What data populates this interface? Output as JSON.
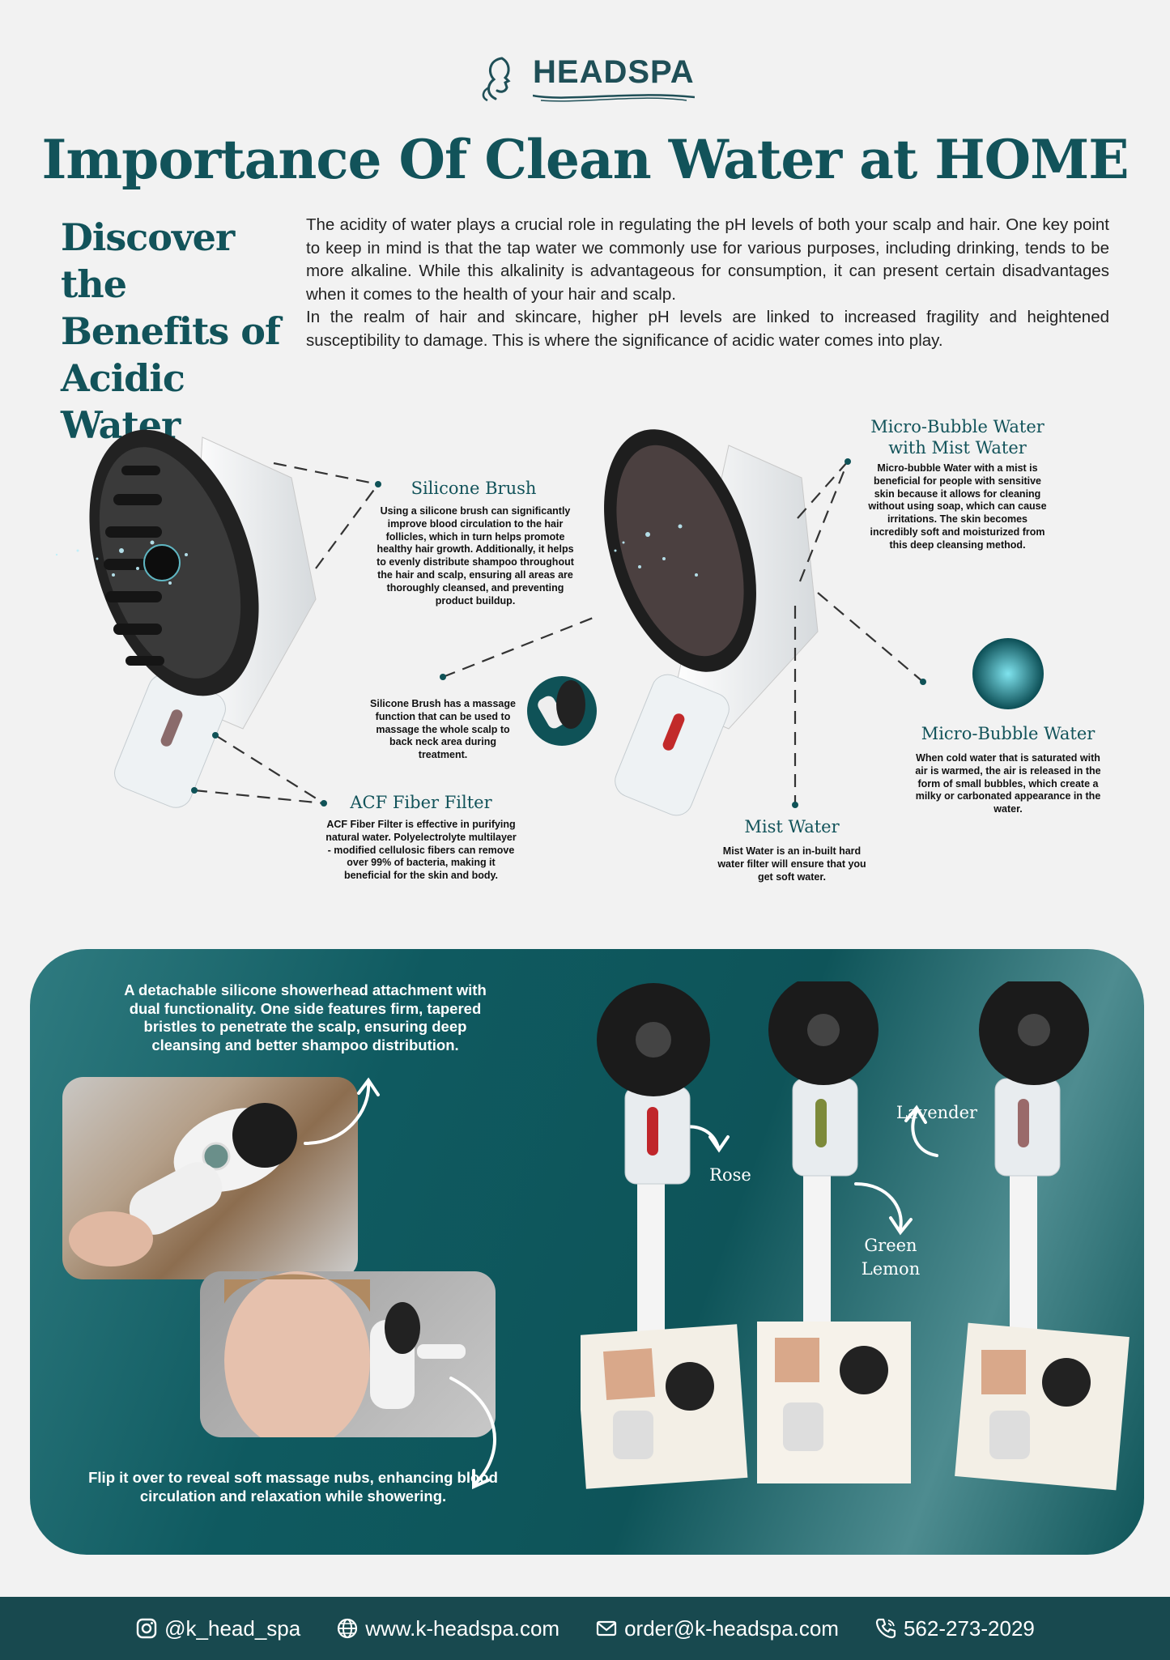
{
  "brand": {
    "logo_text": "HEADSPA"
  },
  "title": "Importance Of Clean Water at HOME",
  "side_heading": "Discover the Benefits of Acidic Water",
  "intro": [
    "The acidity of water plays a crucial role in regulating the pH levels of both your scalp and hair. One key point to keep in mind is that the tap water we commonly use for various purposes, including drinking, tends to be more alkaline. While this alkalinity is advantageous for consumption, it can present certain disadvantages when it comes to the health of your hair and scalp.",
    "In the realm of hair and skincare, higher pH levels are linked to increased fragility and heightened susceptibility to damage. This is where the significance of acidic water comes into play."
  ],
  "features": {
    "silicone_brush": {
      "title": "Silicone Brush",
      "text": "Using a silicone brush can significantly improve blood circulation to the hair follicles, which in turn helps promote healthy hair growth. Additionally, it helps to evenly distribute shampoo throughout the hair and scalp, ensuring all areas are thoroughly cleansed, and preventing product buildup."
    },
    "massage_note": "Silicone Brush has a massage function that can be used to massage the whole scalp to back neck area during treatment.",
    "acf_filter": {
      "title": "ACF Fiber Filter",
      "text": "ACF Fiber Filter is effective in purifying natural water. Polyelectrolyte multilayer - modified cellulosic fibers can remove over 99% of bacteria, making it beneficial for the skin and body."
    },
    "micro_bubble_mist": {
      "title": "Micro-Bubble Water with Mist Water",
      "text": "Micro-bubble Water with a mist is beneficial for people with sensitive skin because it allows for cleaning without using soap, which can cause irritations. The skin becomes incredibly soft and moisturized from this deep cleansing method."
    },
    "micro_bubble": {
      "title": "Micro-Bubble Water",
      "text": "When cold water that is saturated with air is warmed, the air is released in the form of small bubbles, which create a milky or carbonated appearance in the water."
    },
    "mist_water": {
      "title": "Mist Water",
      "text": "Mist Water is an in-built hard water filter will ensure that you get soft water."
    }
  },
  "panel": {
    "top_text": "A detachable silicone showerhead attachment with dual functionality. One side features firm, tapered bristles to penetrate the scalp, ensuring deep cleansing and better shampoo distribution.",
    "bottom_text": "Flip it over to reveal soft massage nubs, enhancing blood circulation and relaxation while showering.",
    "scents": {
      "rose": "Rose",
      "green_lemon": "Green Lemon",
      "lavender": "Lavender"
    },
    "scent_colors": {
      "rose": "#c0262b",
      "green_lemon": "#7d8a3a",
      "lavender": "#9a6a6a"
    }
  },
  "footer": {
    "instagram": "@k_head_spa",
    "website": "www.k-headspa.com",
    "email": "order@k-headspa.com",
    "phone": "562-273-2029"
  }
}
